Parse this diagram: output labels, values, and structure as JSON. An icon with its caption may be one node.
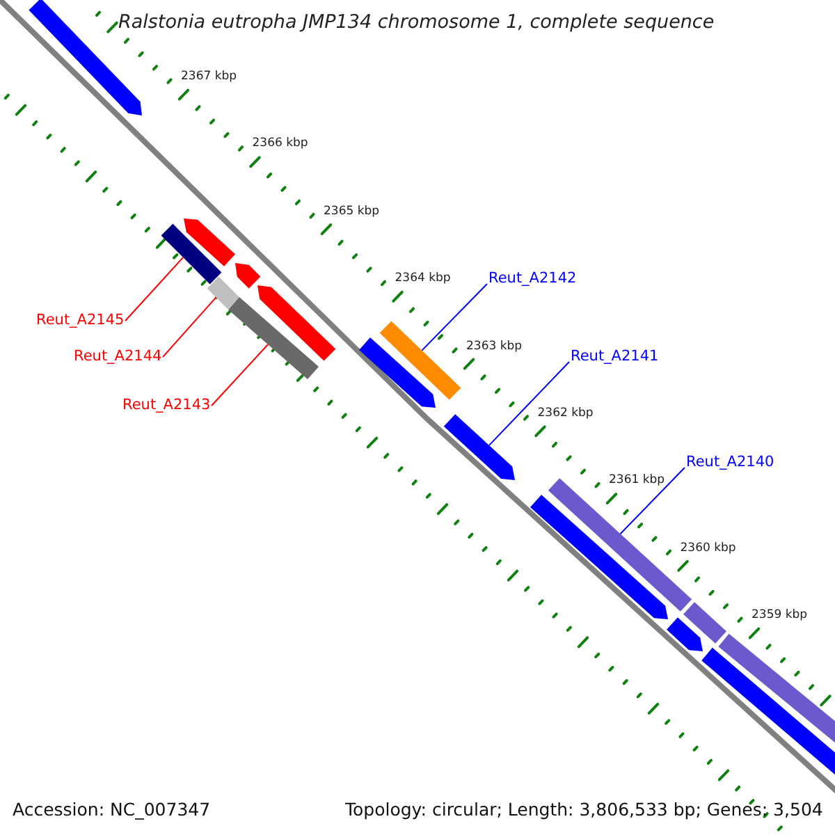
{
  "diagram": {
    "title": "Ralstonia eutropha JMP134 chromosome 1, complete sequence",
    "nodes": [
      {
        "text": [
          "Reut_A2142"
        ]
      },
      {
        "text": [
          "Reut_A2145"
        ]
      },
      {
        "text": [
          "Reut_A2144"
        ]
      },
      {
        "text": [
          "Reut_A2141"
        ]
      },
      {
        "text": [
          "Reut_A2143"
        ]
      },
      {
        "text": [
          "Reut_A2140"
        ]
      },
      {
        "text": [],
        "shape": "arrow"
      },
      {
        "text": [],
        "shape": "arrow"
      },
      {
        "text": [],
        "shape": "bar"
      },
      {
        "text": [],
        "shape": "arrow"
      },
      {
        "text": [],
        "shape": "bar"
      },
      {
        "text": [],
        "shape": "arrow"
      },
      {
        "text": [],
        "shape": "bar"
      },
      {
        "text": [],
        "shape": "bar"
      },
      {
        "text": [],
        "shape": "arrow"
      },
      {
        "text": [],
        "shape": "arrow"
      },
      {
        "text": [],
        "shape": "bar"
      },
      {
        "text": [],
        "shape": "arrow"
      },
      {
        "text": [],
        "shape": "bar"
      },
      {
        "text": [],
        "shape": "arrow"
      },
      {
        "text": [],
        "shape": "bar"
      },
      {
        "text": [],
        "shape": "bar"
      }
    ],
    "edges": [
      {
        "from": 0,
        "to": 13,
        "arrow": "none",
        "color": "#0000ff"
      },
      {
        "from": 1,
        "to": 8,
        "arrow": "none",
        "color": "#ff0000"
      },
      {
        "from": 2,
        "to": 10,
        "arrow": "none",
        "color": "#ff0000"
      },
      {
        "from": 3,
        "to": 15,
        "arrow": "none",
        "color": "#0000ff"
      },
      {
        "from": 4,
        "to": 12,
        "arrow": "none",
        "color": "#ff0000"
      },
      {
        "from": 5,
        "to": 16,
        "arrow": "none",
        "color": "#0000ff"
      }
    ],
    "labels": [
      "2367 kbp",
      "2366 kbp",
      "2365 kbp",
      "2364 kbp",
      "2363 kbp",
      "2362 kbp",
      "2361 kbp",
      "2360 kbp",
      "2359 kbp",
      "Accession: NC_007347",
      "Topology: circular; Length: 3,806,533 bp; Genes: 3,504"
    ]
  }
}
